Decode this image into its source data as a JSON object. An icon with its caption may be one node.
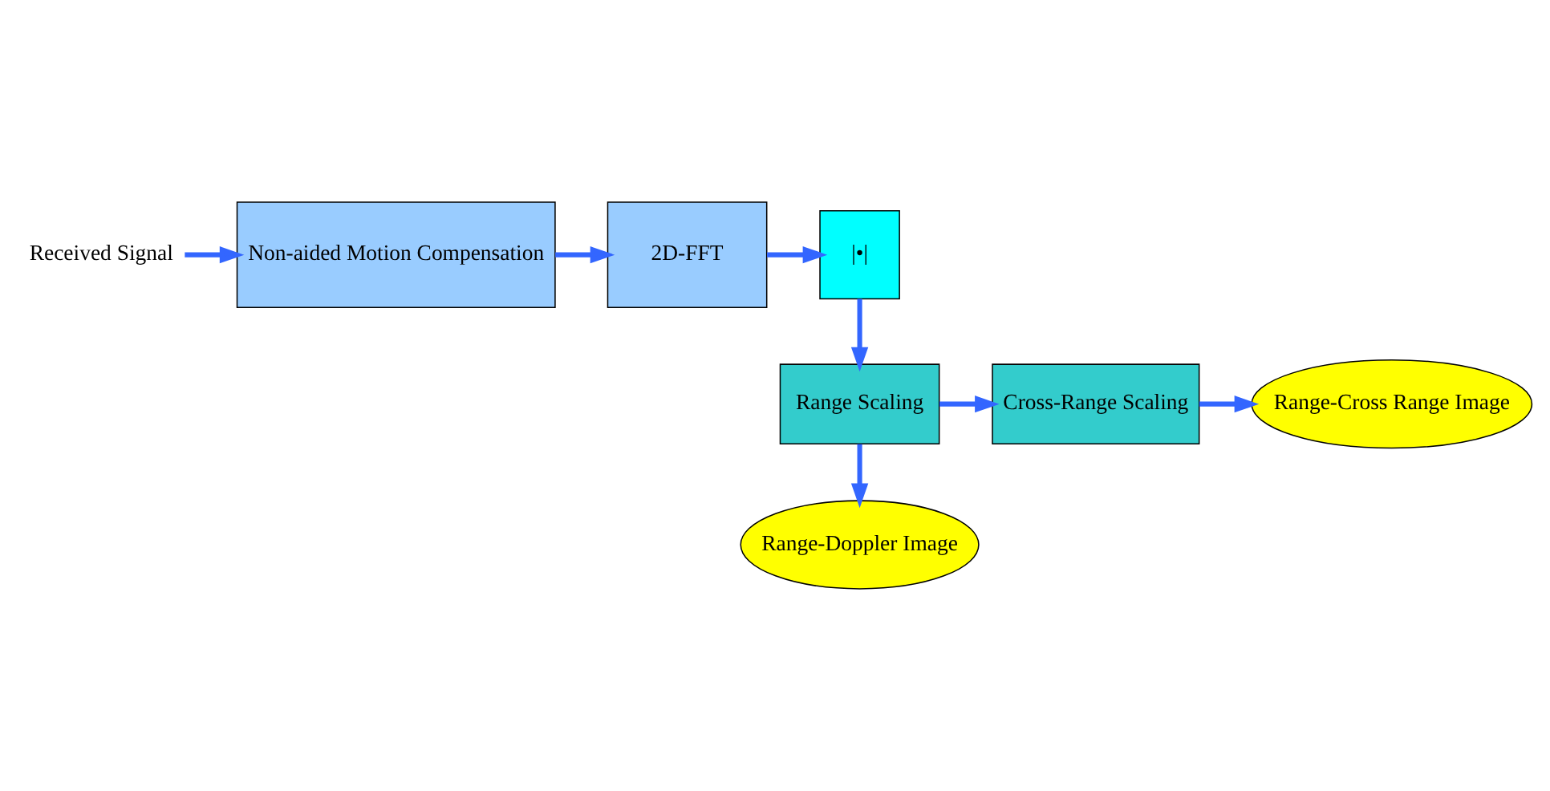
{
  "diagram": {
    "nodes": [
      {
        "text": [
          "Received Signal"
        ]
      },
      {
        "text": [
          "Non-aided Motion Compensation"
        ]
      },
      {
        "text": [
          "2D-FFT"
        ]
      },
      {
        "text": [
          "|•|"
        ]
      },
      {
        "text": [
          "Range Scaling"
        ]
      },
      {
        "text": [
          "Cross-Range Scaling"
        ]
      },
      {
        "text": [
          "Range-Cross Range Image"
        ]
      },
      {
        "text": [
          "Range-Doppler Image"
        ]
      }
    ],
    "edges": [
      {
        "from": 0,
        "to": 1,
        "arrow": "to"
      },
      {
        "from": 1,
        "to": 2,
        "arrow": "to"
      },
      {
        "from": 2,
        "to": 3,
        "arrow": "to"
      },
      {
        "from": 3,
        "to": 4,
        "arrow": "to"
      },
      {
        "from": 4,
        "to": 5,
        "arrow": "to"
      },
      {
        "from": 5,
        "to": 6,
        "arrow": "to"
      },
      {
        "from": 4,
        "to": 7,
        "arrow": "to"
      }
    ]
  }
}
